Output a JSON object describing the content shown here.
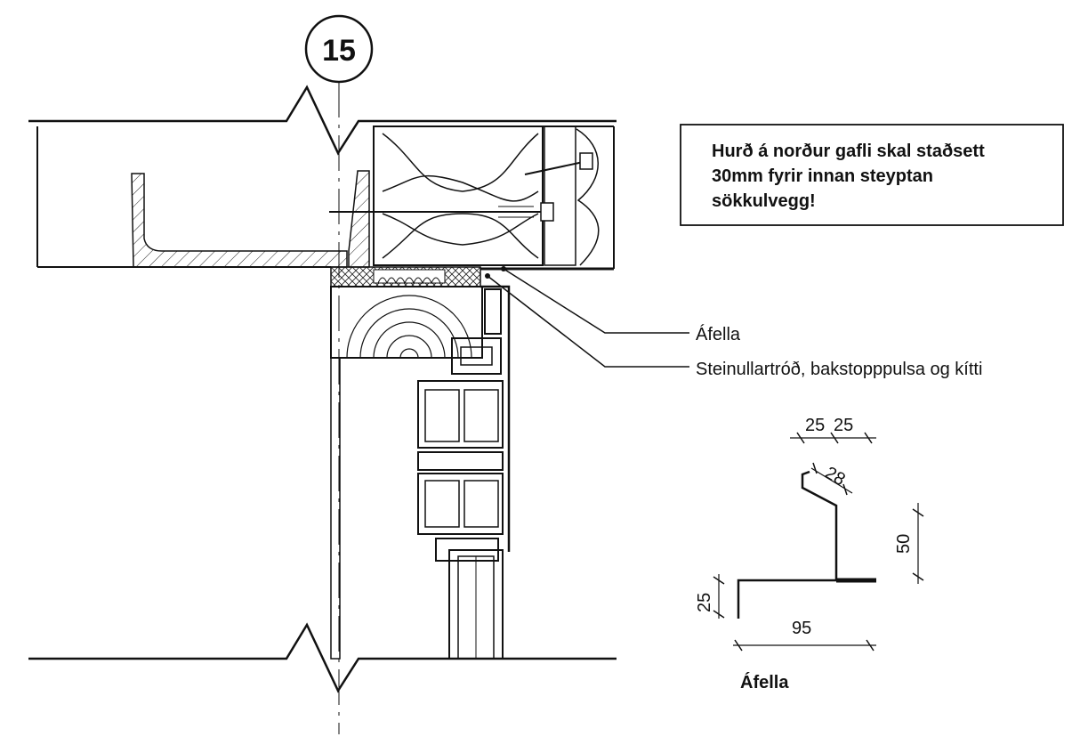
{
  "grid_marker": {
    "label": "15"
  },
  "note": {
    "lines": [
      "Hurð á norður gafli skal staðsett",
      "30mm fyrir innan steyptan",
      "sökkulvegg!"
    ]
  },
  "callouts": {
    "flashing": "Áfella",
    "seal": "Steinullartróð, bakstopppulsa og kítti"
  },
  "flashing_detail": {
    "dim_top_left": "25",
    "dim_top_right": "25",
    "dim_slope": "28",
    "dim_height": "50",
    "dim_lip": "25",
    "dim_base": "95",
    "caption": "Áfella"
  },
  "colors": {
    "line": "#111111",
    "paper": "#ffffff"
  }
}
